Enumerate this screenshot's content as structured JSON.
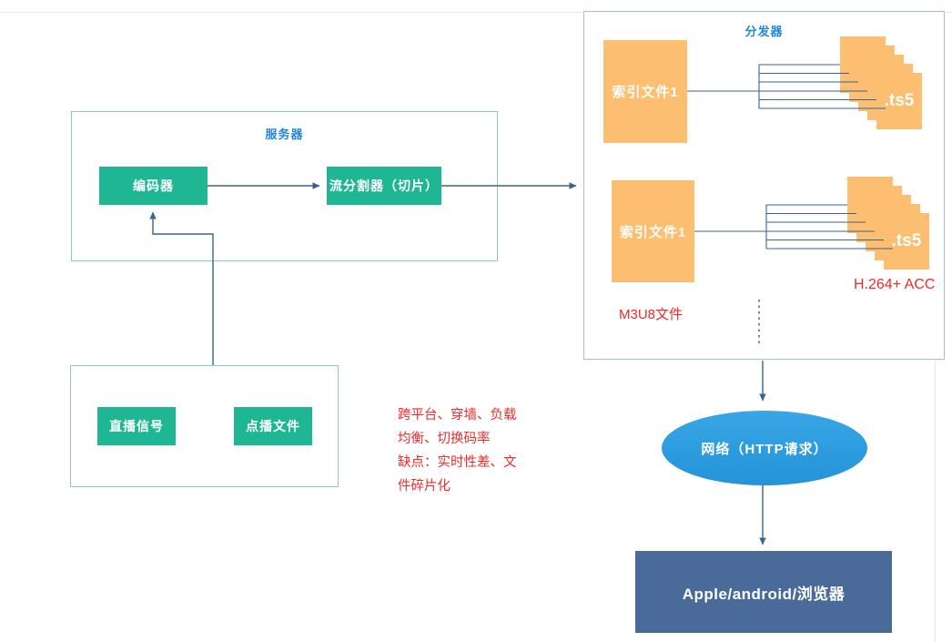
{
  "titles": {
    "server_group": "服务器",
    "distributor_group": "分发器"
  },
  "nodes": {
    "encoder": "编码器",
    "splitter": "流分割器（切片）",
    "live_signal": "直播信号",
    "vod_file": "点播文件",
    "index_file_1": "索引文件1",
    "index_file_2": "索引文件1",
    "ts_stack_1_label": ".ts5",
    "ts_stack_2_label": ".ts5",
    "network": "网络（HTTP请求）",
    "client": "Apple/android/浏览器"
  },
  "annotations": {
    "features_note": "跨平台、穿墙、负载\n均衡、切换码率\n缺点：实时性差、文\n件碎片化",
    "m3u8_label": "M3U8文件",
    "codec_label": "H.264+ ACC"
  },
  "colors": {
    "teal": "#1fb793",
    "orange": "#fcbe70",
    "ellipse_blue": "#2b9fe3",
    "dark_box": "#4a6b9a",
    "red": "#ee2b28",
    "line": "#3a6392",
    "title_blue": "#1f86d8",
    "group_border_green": "#8ad0bb",
    "group_border_blue": "#a2c4d6"
  }
}
